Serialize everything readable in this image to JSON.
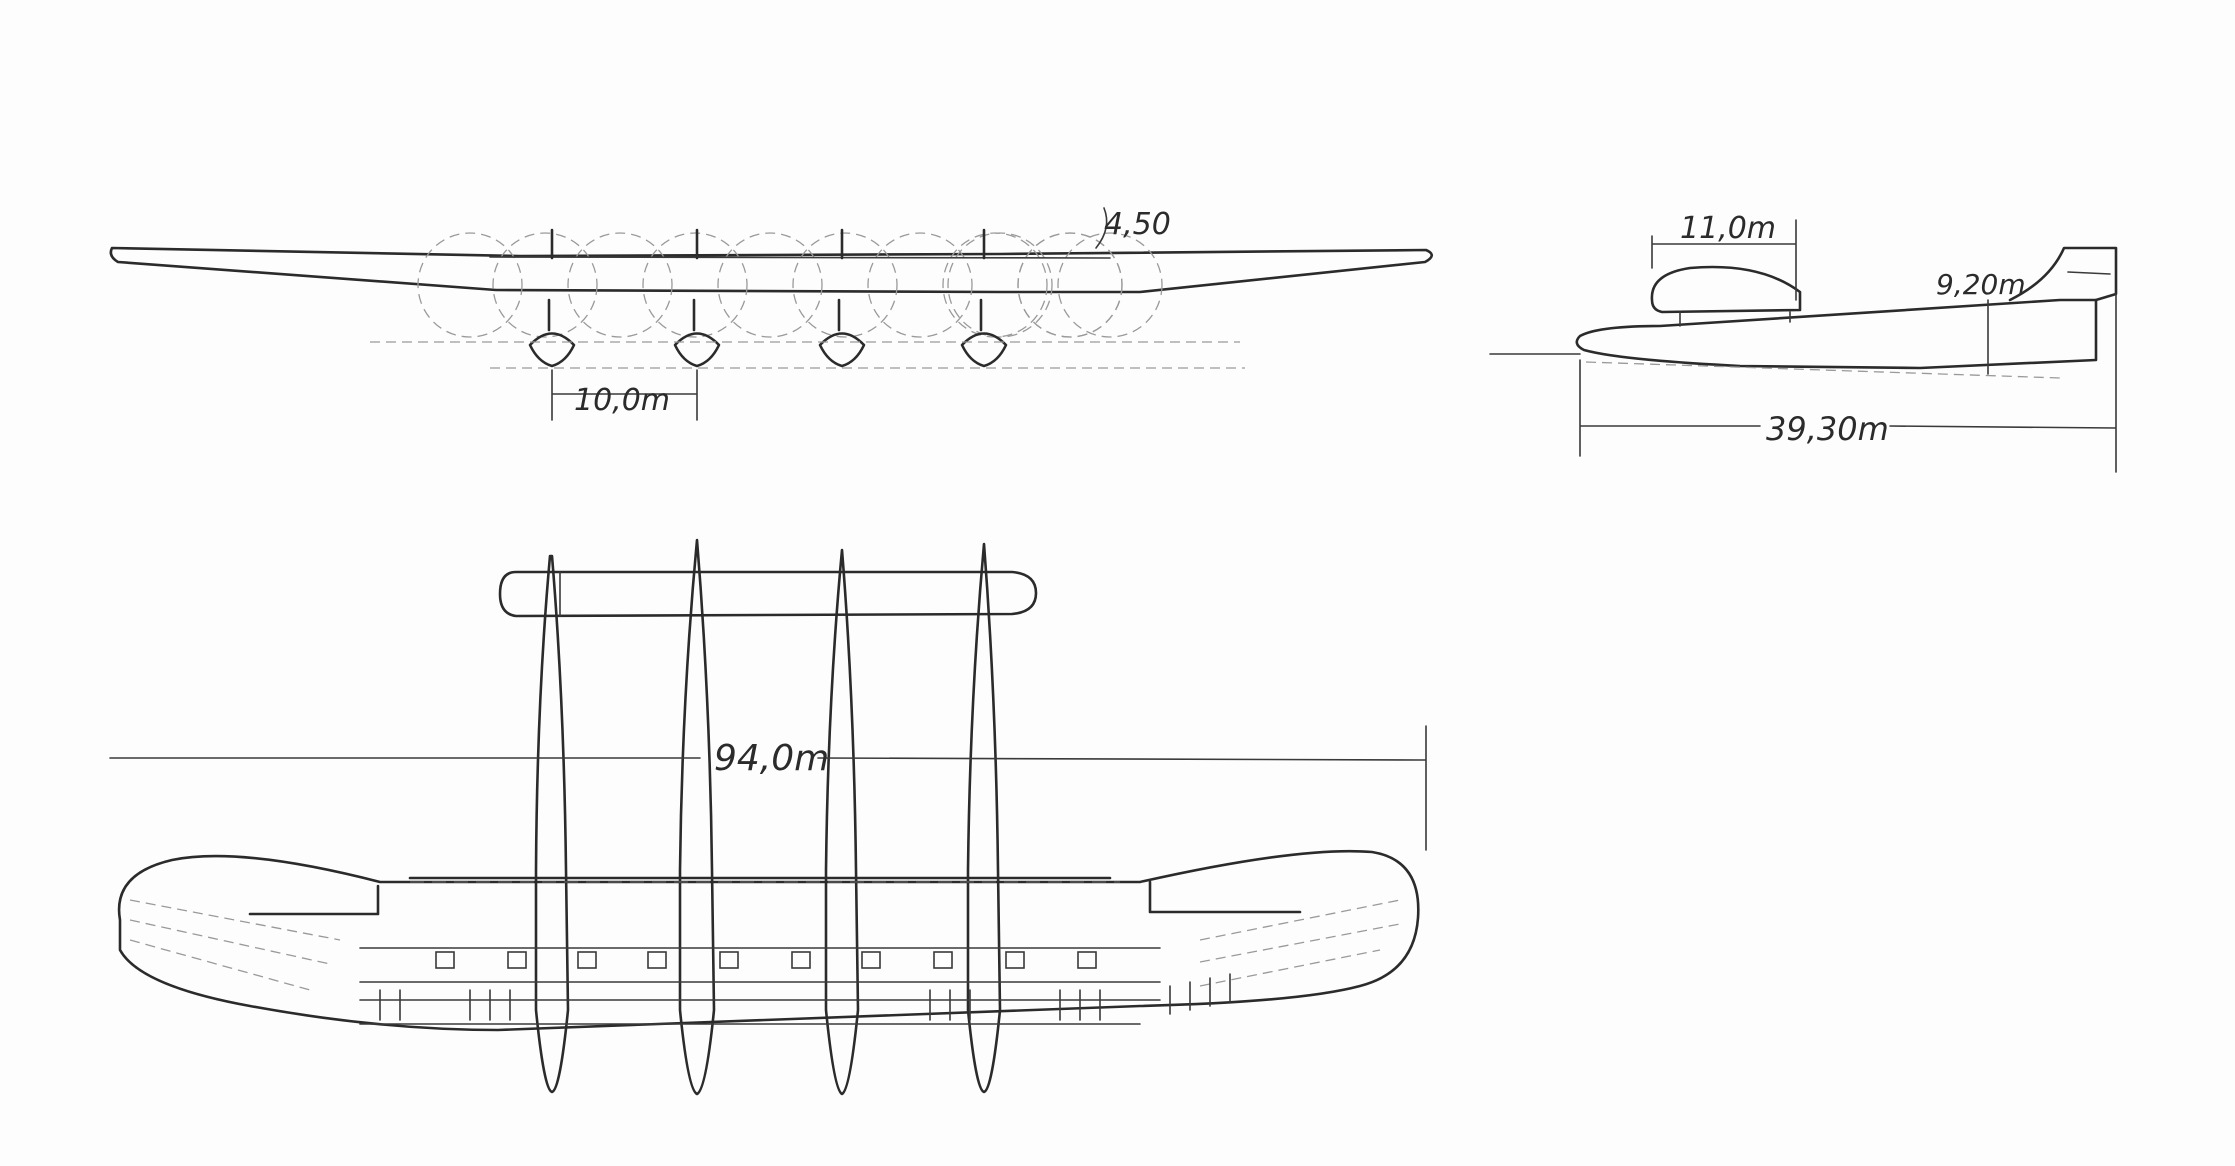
{
  "dimensions": {
    "engine_spacing": "10,0m",
    "propeller_dim": "4,50",
    "nacelle_length": "11,0m",
    "tail_height": "9,20m",
    "length": "39,30m",
    "span": "94,0m"
  },
  "colors": {
    "ink": "#2b2b2b",
    "paper": "#fdfdfd"
  }
}
